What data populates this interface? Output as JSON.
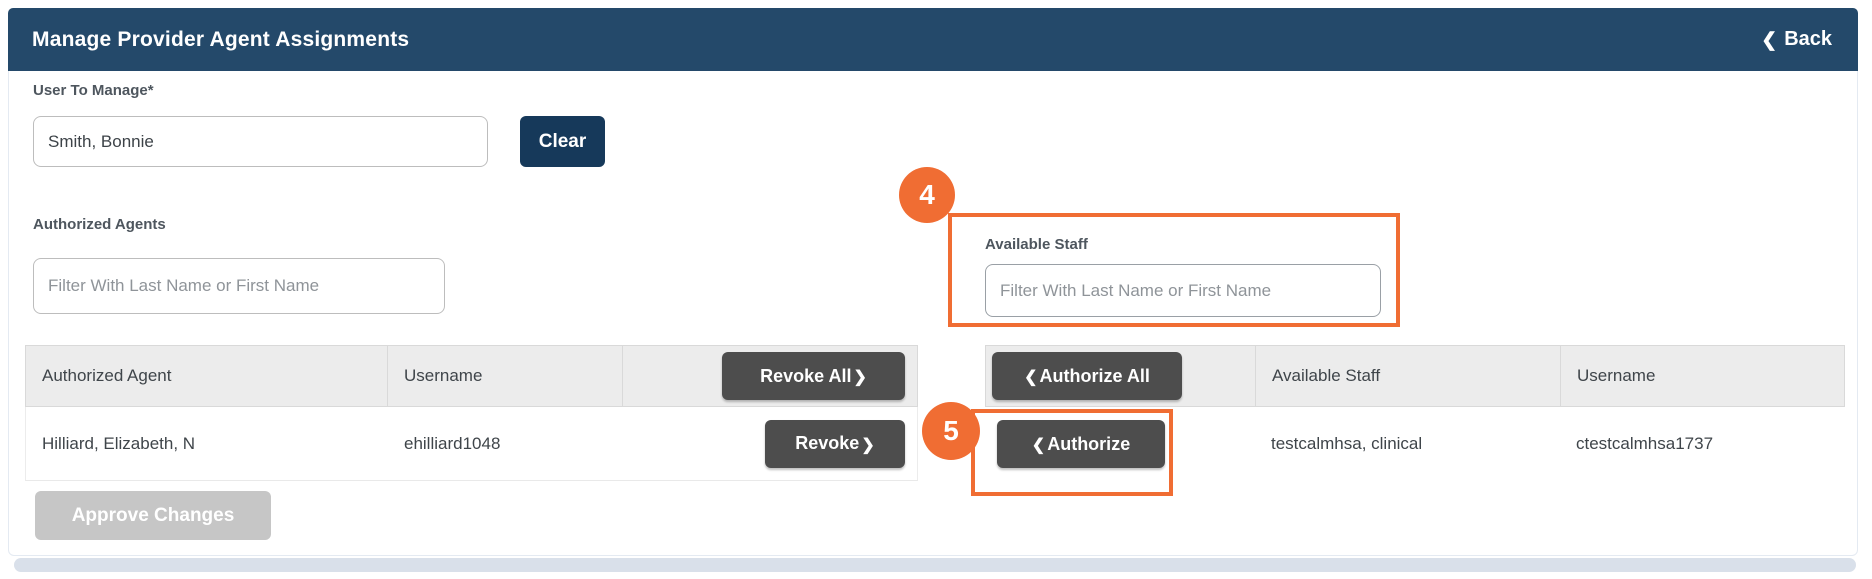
{
  "header": {
    "title": "Manage Provider Agent Assignments",
    "back_label": "Back"
  },
  "icons": {
    "chevron_left": "❮",
    "chevron_right": "❯"
  },
  "user_to_manage": {
    "label": "User To Manage*",
    "value": "Smith, Bonnie",
    "clear_label": "Clear"
  },
  "authorized_agents": {
    "label": "Authorized Agents",
    "filter_placeholder": "Filter With Last Name or First Name"
  },
  "available_staff": {
    "label": "Available Staff",
    "filter_placeholder": "Filter With Last Name or First Name"
  },
  "left_table": {
    "columns": [
      "Authorized Agent",
      "Username"
    ],
    "revoke_all_label": "Revoke All",
    "rows": [
      {
        "agent": "Hilliard, Elizabeth, N",
        "username": "ehilliard1048",
        "revoke_label": "Revoke"
      }
    ]
  },
  "right_table": {
    "authorize_all_label": "Authorize All",
    "columns": [
      "Available Staff",
      "Username"
    ],
    "rows": [
      {
        "staff": "testcalmhsa, clinical",
        "username": "ctestcalmhsa1737",
        "authorize_label": "Authorize"
      }
    ]
  },
  "approve": {
    "label": "Approve Changes"
  },
  "annotations": {
    "step4": "4",
    "step5": "5"
  },
  "colors": {
    "header_bg": "#24496a",
    "clear_button_bg": "#16395a",
    "dark_button_bg": "#4d4d4d",
    "annotation_orange": "#f06d33",
    "disabled_button_bg": "#c6c6c6",
    "table_header_bg": "#ececec",
    "bottom_band": "#d9e0ea"
  }
}
